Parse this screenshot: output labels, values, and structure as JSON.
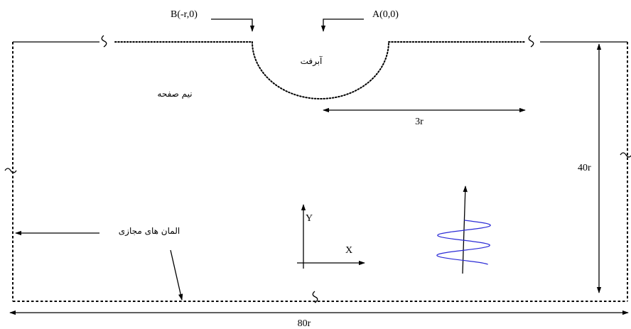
{
  "labels": {
    "point_b": "B(-r,0)",
    "point_a": "A(0,0)",
    "alluvium": "آبرفت",
    "half_space": "نیم صفحه",
    "dim_3r": "3r",
    "dim_40r": "40r",
    "dim_80r": "80r",
    "virtual_elements": "المان های مجازی",
    "axis_y": "Y",
    "axis_x": "X"
  },
  "colors": {
    "ink": "#000000",
    "wave": "#2b2bd6"
  },
  "icons": {
    "break_mark": "s-curve-break-icon",
    "wave": "sine-wave-icon",
    "arrow": "arrowhead-icon"
  }
}
